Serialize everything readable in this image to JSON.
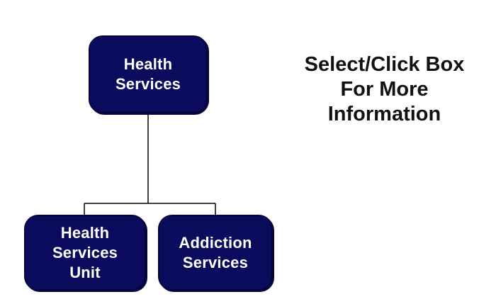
{
  "instructions": {
    "text": "Select/Click Box\nFor More\nInformation"
  },
  "org_chart": {
    "root": {
      "label": "Health\nServices"
    },
    "children": [
      {
        "label": "Health\nServices\nUnit"
      },
      {
        "label": "Addiction\nServices"
      }
    ]
  },
  "colors": {
    "box_fill": "#0b0b5e",
    "box_text": "#ffffff",
    "connector": "#000000",
    "instruction_text": "#111111"
  }
}
